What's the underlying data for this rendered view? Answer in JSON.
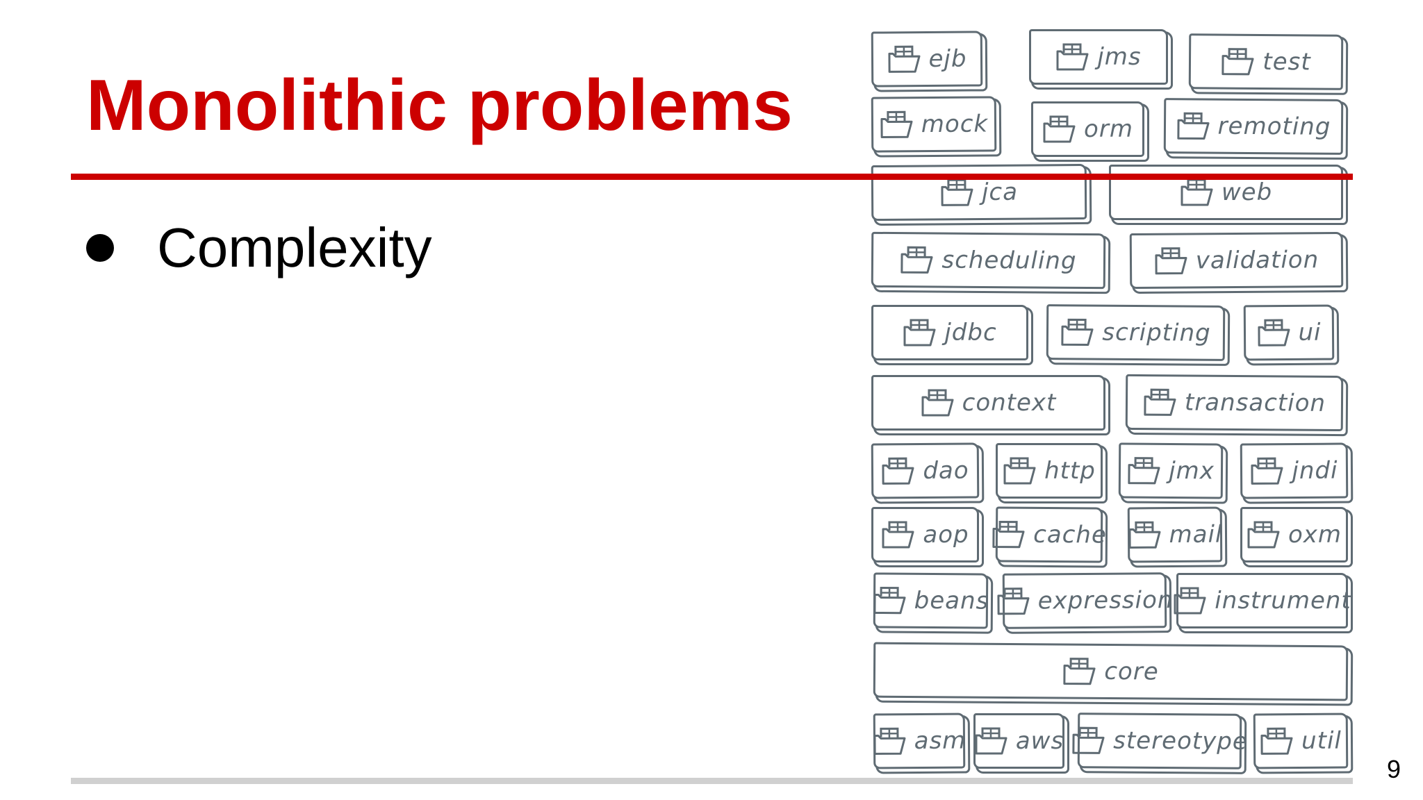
{
  "slide": {
    "title": "Monolithic problems",
    "bullets": [
      "Complexity"
    ],
    "page_number": "9"
  },
  "colors": {
    "title": "#cc0000",
    "rule": "#cc0000",
    "footer_rule": "#d0d0d0",
    "module_stroke": "#5f6b73"
  },
  "diagram": {
    "icon": "folder-icon",
    "modules": [
      {
        "label": "ejb"
      },
      {
        "label": "jms"
      },
      {
        "label": "test"
      },
      {
        "label": "mock"
      },
      {
        "label": "orm"
      },
      {
        "label": "remoting"
      },
      {
        "label": "jca"
      },
      {
        "label": "web"
      },
      {
        "label": "scheduling"
      },
      {
        "label": "validation"
      },
      {
        "label": "jdbc"
      },
      {
        "label": "scripting"
      },
      {
        "label": "ui"
      },
      {
        "label": "context"
      },
      {
        "label": "transaction"
      },
      {
        "label": "dao"
      },
      {
        "label": "http"
      },
      {
        "label": "jmx"
      },
      {
        "label": "jndi"
      },
      {
        "label": "aop"
      },
      {
        "label": "cache"
      },
      {
        "label": "mail"
      },
      {
        "label": "oxm"
      },
      {
        "label": "beans"
      },
      {
        "label": "expression"
      },
      {
        "label": "instrument"
      },
      {
        "label": "core"
      },
      {
        "label": "asm"
      },
      {
        "label": "aws"
      },
      {
        "label": "stereotype"
      },
      {
        "label": "util"
      }
    ]
  }
}
